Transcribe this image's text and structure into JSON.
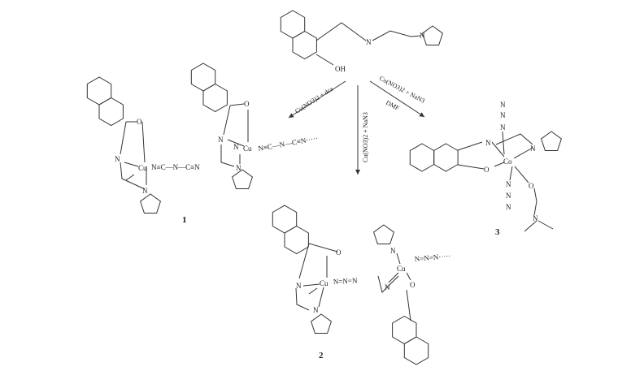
{
  "conditions": {
    "left": "Cu(NO3)2 + dca",
    "down": "Cu(NO3)2 + NaN3",
    "right": "Co(NO3)2 + NaN3",
    "right_solvent": "DMF"
  },
  "ligand": {
    "oh": "OH",
    "n": "N",
    "n_pyr": "N"
  },
  "compound1": {
    "label": "1",
    "o1": "O",
    "n1": "N",
    "cu1": "Cu",
    "npyr1": "N",
    "bridge": "N≡C—N—C≡N",
    "o2": "O",
    "n2": "N",
    "cu2": "Cu",
    "npyr2": "N",
    "n3": "N",
    "tail": "N≡C—N—C≡N·····"
  },
  "compound2": {
    "label": "2",
    "o1": "O",
    "n1": "N",
    "cu1": "Cu",
    "npyr1": "N",
    "bridge": "N=N=N",
    "cu2": "Cu",
    "npyr2": "N",
    "n2": "N",
    "o2": "O",
    "tail": "N=N=N·····"
  },
  "compound3": {
    "label": "3",
    "o1": "O",
    "n1": "N",
    "co": "Co",
    "npyr": "N",
    "azide_top": [
      "N",
      "N",
      "N"
    ],
    "azide_bottom": [
      "N",
      "N",
      "N"
    ],
    "dmf_o": "O",
    "dmf_n": "N"
  }
}
